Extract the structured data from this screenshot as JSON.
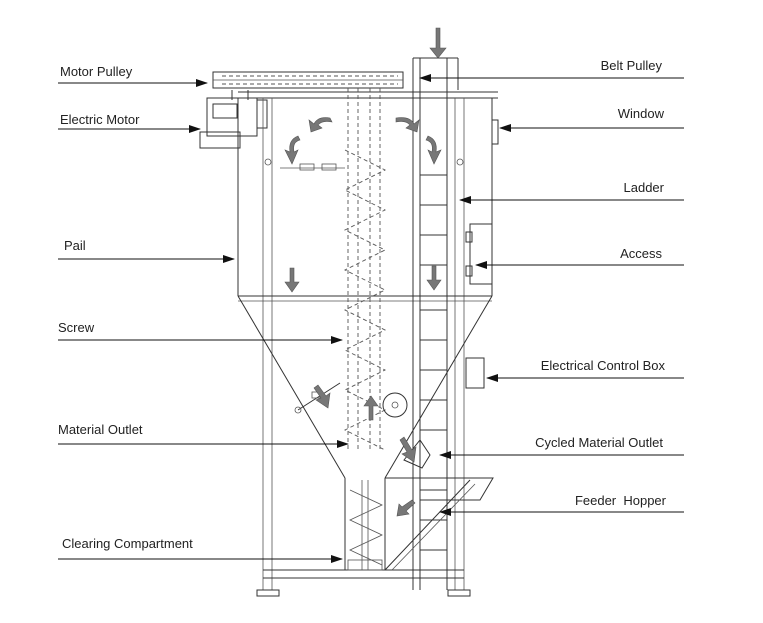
{
  "labels_left": [
    {
      "id": "motor-pulley",
      "text": "Motor Pulley"
    },
    {
      "id": "electric-motor",
      "text": "Electric Motor"
    },
    {
      "id": "pail",
      "text": "Pail"
    },
    {
      "id": "screw",
      "text": "Screw"
    },
    {
      "id": "material-outlet",
      "text": "Material Outlet"
    },
    {
      "id": "clearing-compartment",
      "text": "Clearing Compartment"
    }
  ],
  "labels_right": [
    {
      "id": "belt-pulley",
      "text": "Belt Pulley"
    },
    {
      "id": "window",
      "text": "Window"
    },
    {
      "id": "ladder",
      "text": "Ladder"
    },
    {
      "id": "access",
      "text": "Access"
    },
    {
      "id": "electrical-control-box",
      "text": "Electrical Control Box"
    },
    {
      "id": "cycled-material-outlet",
      "text": "Cycled Material Outlet"
    },
    {
      "id": "feeder-hopper",
      "text": "Feeder  Hopper"
    }
  ]
}
